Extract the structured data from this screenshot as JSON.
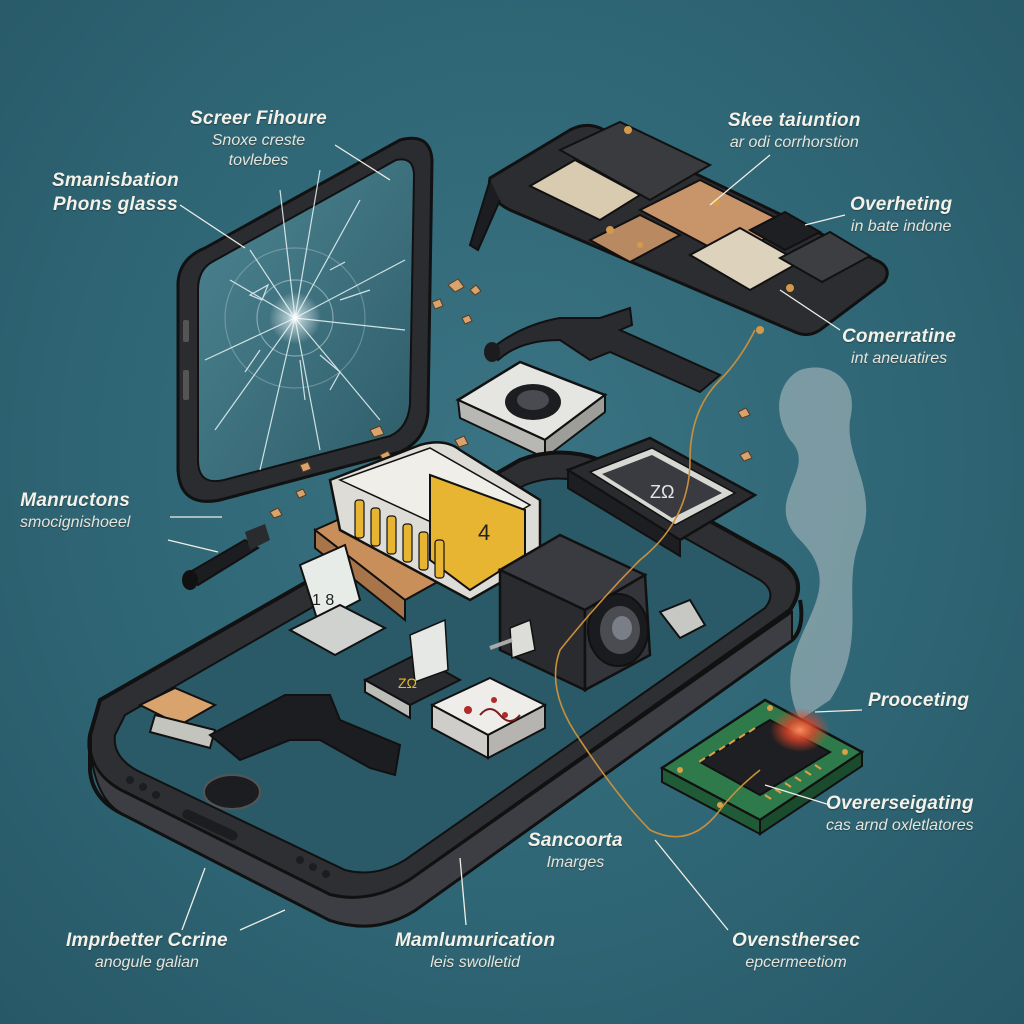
{
  "labels": {
    "screen_failure": {
      "title": "Screer Fihoure",
      "sub1": "Snoxe creste",
      "sub2": "tovlebes"
    },
    "smanisbation": {
      "title": "Smanisbation",
      "sub": "Phons glasss"
    },
    "skee": {
      "title": "Skee taiuntion",
      "sub": "ar odi corrhorstion"
    },
    "overheting": {
      "title": "Overheting",
      "sub": "in bate indone"
    },
    "comerratine": {
      "title": "Comerratine",
      "sub": "int aneuatires"
    },
    "manructons": {
      "title": "Manructons",
      "sub": "smocignishoeel"
    },
    "prooceting": {
      "title": "Prooceting"
    },
    "overerseigating": {
      "title": "Overerseigating",
      "sub": "cas arnd oxletlatores"
    },
    "sancoorta": {
      "title": "Sancoorta",
      "sub": "Imarges"
    },
    "imprbetter": {
      "title": "Imprbetter Ccrine",
      "sub": "anogule galian"
    },
    "mamlumurication": {
      "title": "Mamlumurication",
      "sub": "leis swolletid"
    },
    "ovensthersec": {
      "title": "Ovensthersec",
      "sub": "epcermeetiom"
    }
  },
  "component_glyphs": {
    "battery": "4",
    "flex_card": "1 8",
    "chip_card": "ZΩ",
    "board_chip": "ZΩ"
  },
  "colors": {
    "background": "#2f6675",
    "phone_body": "#2d2f33",
    "board_copper": "#c8946a",
    "battery_yellow": "#e8b532",
    "pcb_green": "#2f7a4a",
    "heat_red": "#e0452a"
  }
}
